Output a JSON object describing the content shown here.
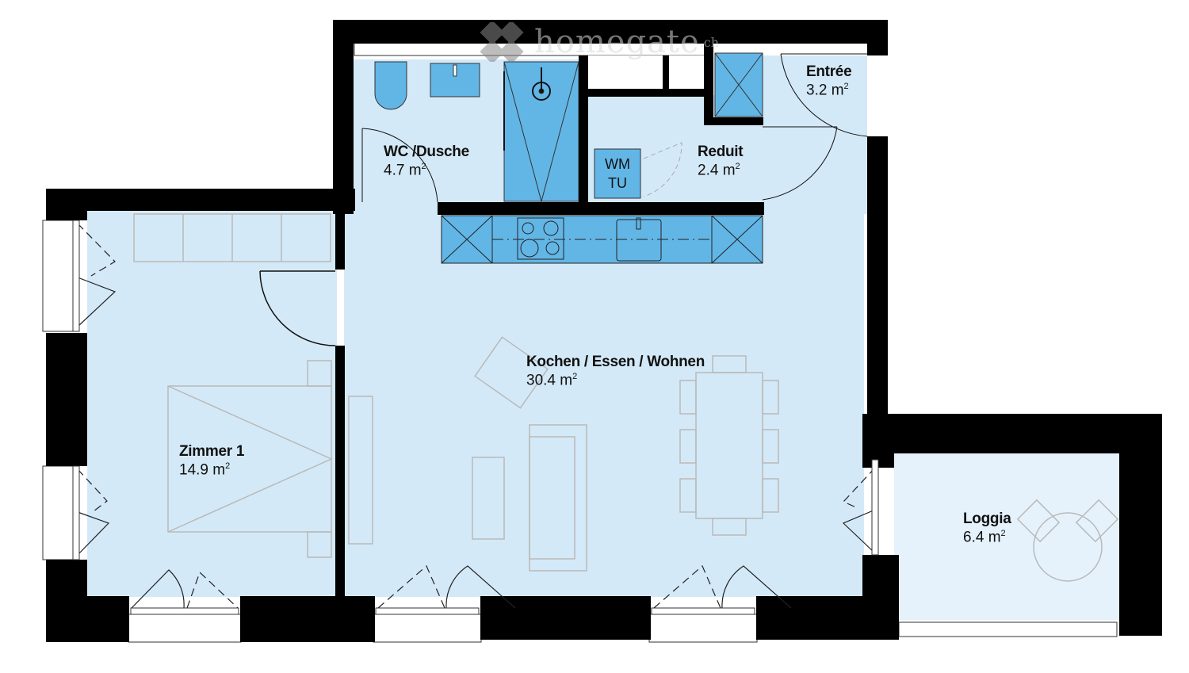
{
  "watermark": {
    "brand": "homegate",
    "suffix": ".ch"
  },
  "rooms": [
    {
      "id": "wc",
      "name": "WC /Dusche",
      "area": "4.7 m",
      "unit_exp": "2"
    },
    {
      "id": "reduit",
      "name": "Reduit",
      "area": "2.4 m",
      "unit_exp": "2"
    },
    {
      "id": "entree",
      "name": "Entrée",
      "area": "3.2 m",
      "unit_exp": "2"
    },
    {
      "id": "zimmer",
      "name": "Zimmer 1",
      "area": "14.9 m",
      "unit_exp": "2"
    },
    {
      "id": "wohnen",
      "name": "Kochen / Essen / Wohnen",
      "area": "30.4 m",
      "unit_exp": "2"
    },
    {
      "id": "loggia",
      "name": "Loggia",
      "area": "6.4 m",
      "unit_exp": "2"
    }
  ],
  "appliances": {
    "washer_line1": "WM",
    "washer_line2": "TU"
  },
  "colors": {
    "wall": "#000000",
    "floor": "#d4e9f7",
    "loggia_floor": "#e6f2fb",
    "fixture": "#62b6e6",
    "furniture": "#b9b9b9"
  }
}
